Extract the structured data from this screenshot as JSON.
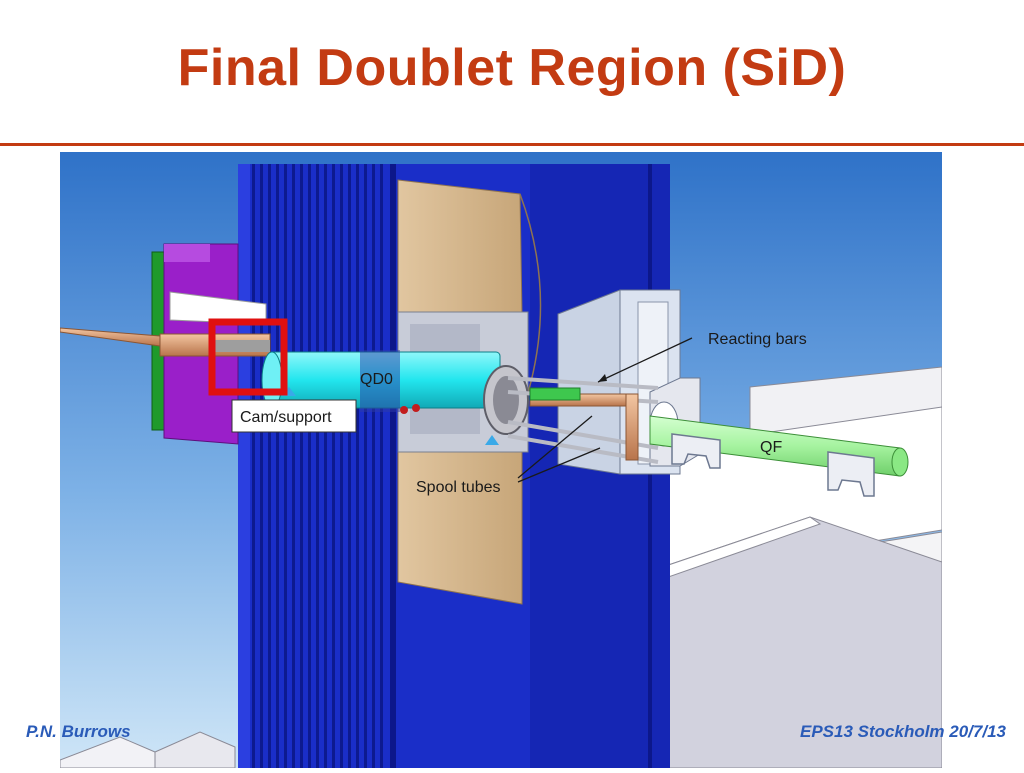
{
  "slide": {
    "title": "Final Doublet Region (SiD)"
  },
  "figure": {
    "labels": {
      "reacting_bars": "Reacting bars",
      "qd0": "QD0",
      "cam_support": "Cam/support",
      "spool_tubes": "Spool tubes",
      "qf": "QF"
    },
    "colors": {
      "sky_top": "#2f72c8",
      "sky_bottom": "#cfe6f7",
      "detector_blue": "#1a2ec8",
      "tan_block": "#d6b990",
      "qd0_cyan": "#22e6ee",
      "qf_green": "#a6f3a0",
      "magenta_block": "#9a1fc9",
      "highlight_red": "#e01010",
      "copper": "#d89a6e"
    }
  },
  "footer": {
    "author": "P.N. Burrows",
    "event": "EPS13 Stockholm  20/7/13"
  }
}
